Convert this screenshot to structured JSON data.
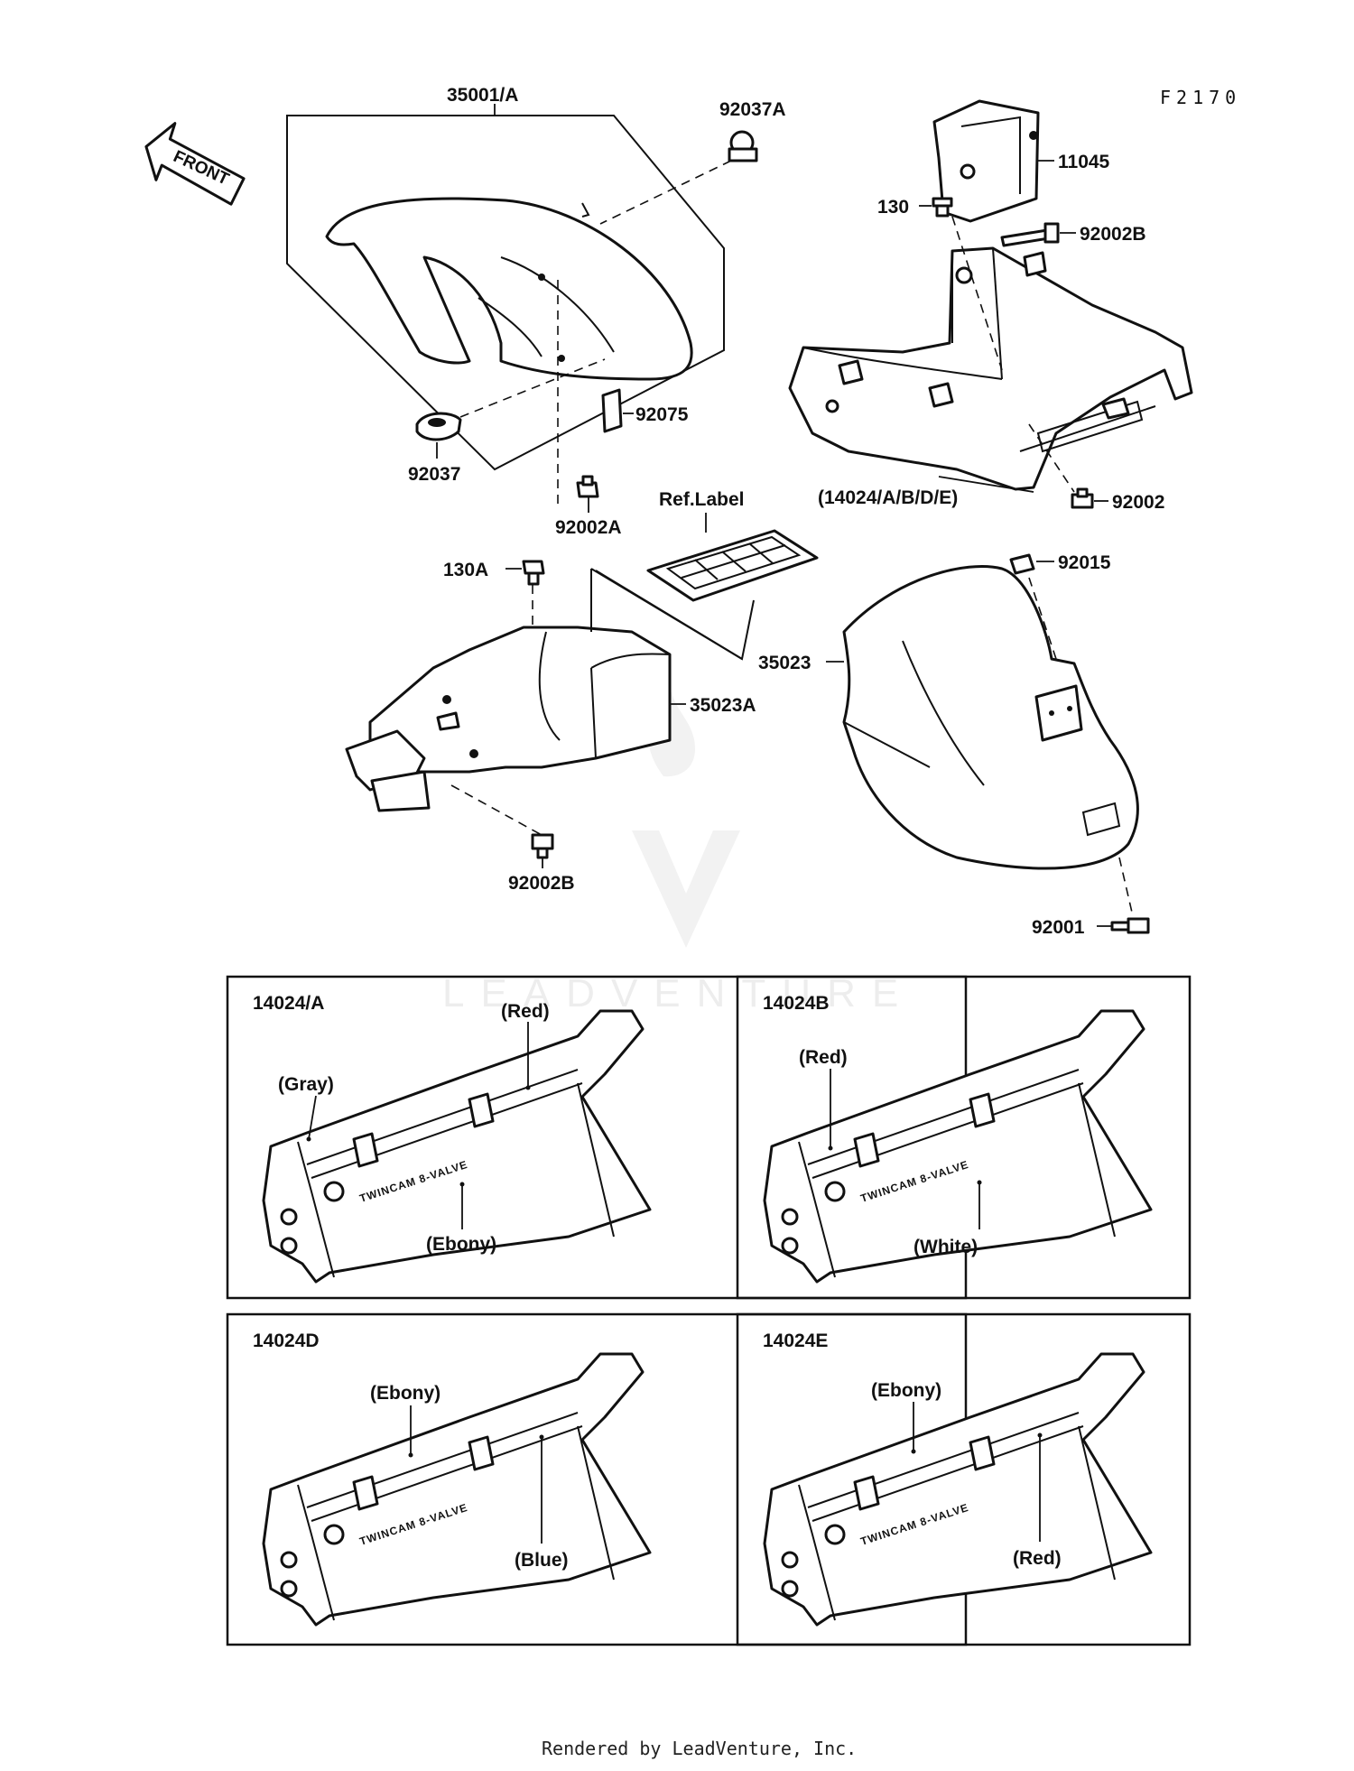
{
  "diagram": {
    "code": "F2170",
    "front_arrow": "FRONT",
    "labels": {
      "p35001A": "35001/A",
      "p92037A": "92037A",
      "p92037": "92037",
      "p92075": "92075",
      "p92002A": "92002A",
      "p11045": "11045",
      "p130": "130",
      "p92002B_top": "92002B",
      "p14024_main": "(14024/A/B/D/E)",
      "p92002": "92002",
      "ref_label": "Ref.Label",
      "p130A": "130A",
      "p35023A": "35023A",
      "p35023": "35023",
      "p92015": "92015",
      "p92002B_bottom": "92002B",
      "p92001": "92001"
    },
    "panels": [
      {
        "title": "14024/A",
        "twincam": "TWINCAM 8-VALVE",
        "labels": [
          "(Red)",
          "(Gray)",
          "(Ebony)"
        ]
      },
      {
        "title": "14024B",
        "twincam": "TWINCAM 8-VALVE",
        "labels": [
          "(Red)",
          "(White)"
        ]
      },
      {
        "title": "14024D",
        "twincam": "TWINCAM 8-VALVE",
        "labels": [
          "(Ebony)",
          "(Blue)"
        ]
      },
      {
        "title": "14024E",
        "twincam": "TWINCAM 8-VALVE",
        "labels": [
          "(Ebony)",
          "(Red)"
        ]
      }
    ],
    "watermark": "LEADVENTURE",
    "footer": "Rendered by LeadVenture, Inc."
  }
}
